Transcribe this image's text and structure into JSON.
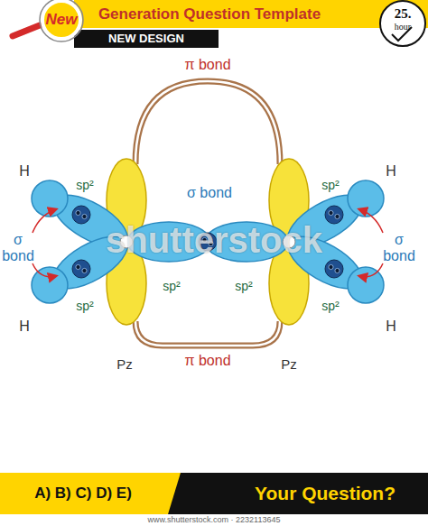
{
  "diagram": {
    "labels": [
      "New",
      "Generation Question Template",
      "NEW DESIGN",
      "25.",
      "hour",
      "π bond",
      "H",
      "sp²",
      "sp²",
      "H",
      "σ bond",
      "σ bond",
      "σ bond",
      "sp²",
      "sp²",
      "sp²",
      "sp²",
      "H",
      "H",
      "Pz",
      "Pz",
      "π bond",
      "shutterstock",
      "A) B) C) D) E)",
      "Your Question?",
      "www.shutterstock.com · 2232113645"
    ]
  }
}
